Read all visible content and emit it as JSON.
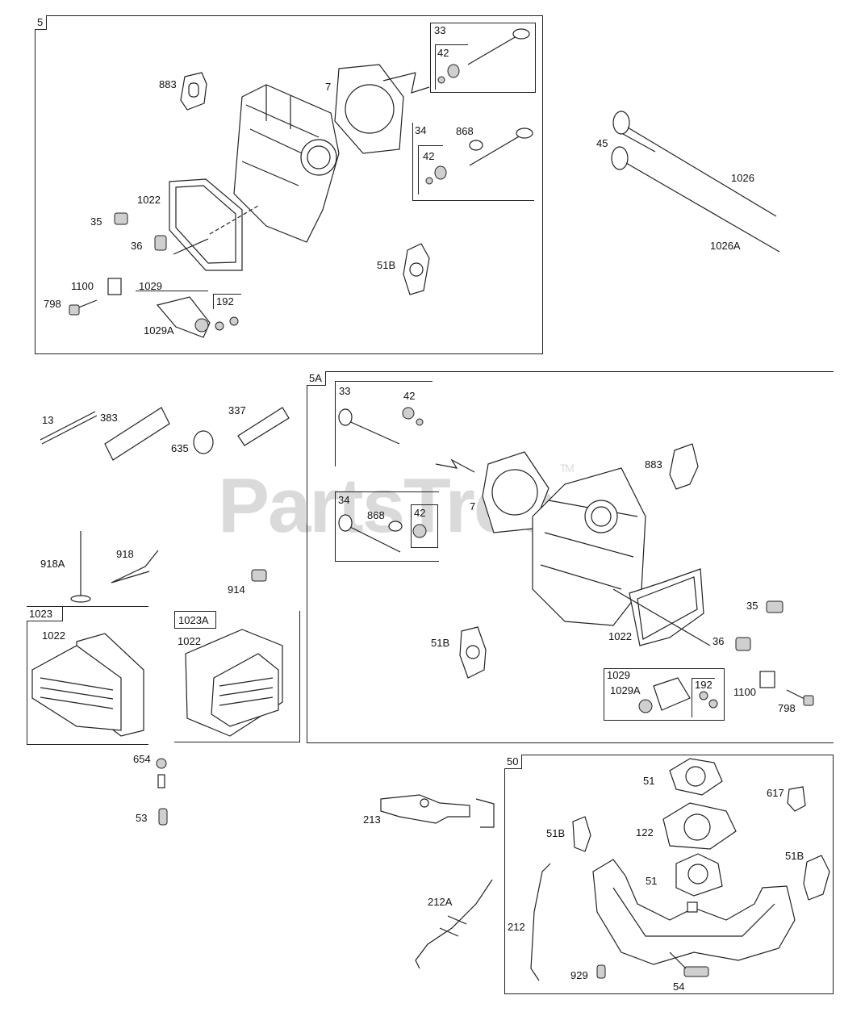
{
  "watermark": "PartsTree",
  "watermark_tm": "TM",
  "panels": {
    "p5": "5",
    "p5a": "5A",
    "p1023": "1023",
    "p1023a": "1023A",
    "p50": "50"
  },
  "subboxes": {
    "p5_valve_intake": "33",
    "p5_valve_keeper": "42",
    "p5_rocker": "1029",
    "p5_rocker_nut": "192",
    "p5a_valve_intake": "33",
    "p5a_valve_exhaust": "34",
    "p5a_keeper": "42",
    "p5a_rocker": "1029",
    "p5a_rocker_nut": "192"
  },
  "labels": {
    "p5_883": "883",
    "p5_7": "7",
    "p5_34": "34",
    "p5_868": "868",
    "p5_42b": "42",
    "p5_1022": "1022",
    "p5_35": "35",
    "p5_36": "36",
    "p5_51b": "51B",
    "p5_1100": "1100",
    "p5_798": "798",
    "p5_1029a": "1029A",
    "valve_45": "45",
    "pushrod_1026": "1026",
    "pushrod_1026a": "1026A",
    "bolt_13": "13",
    "coil_383": "383",
    "plug_337": "337",
    "boot_635": "635",
    "wire_918a": "918A",
    "wire_918": "918",
    "screw_914": "914",
    "c1023_1022": "1022",
    "c1023a_1022": "1022",
    "nut_654": "654",
    "stud_53": "53",
    "p5a_42": "42",
    "p5a_883": "883",
    "p5a_7": "7",
    "p5a_868": "868",
    "p5a_51b": "51B",
    "p5a_1022": "1022",
    "p5a_35": "35",
    "p5a_36": "36",
    "p5a_1029a": "1029A",
    "p5a_1100": "1100",
    "p5a_798": "798",
    "bracket_213": "213",
    "wire_212a": "212A",
    "wire_212": "212",
    "p50_51a": "51",
    "p50_617": "617",
    "p50_122": "122",
    "p50_51b_left": "51B",
    "p50_51c": "51",
    "p50_51b_right": "51B",
    "p50_929": "929",
    "p50_54": "54"
  }
}
